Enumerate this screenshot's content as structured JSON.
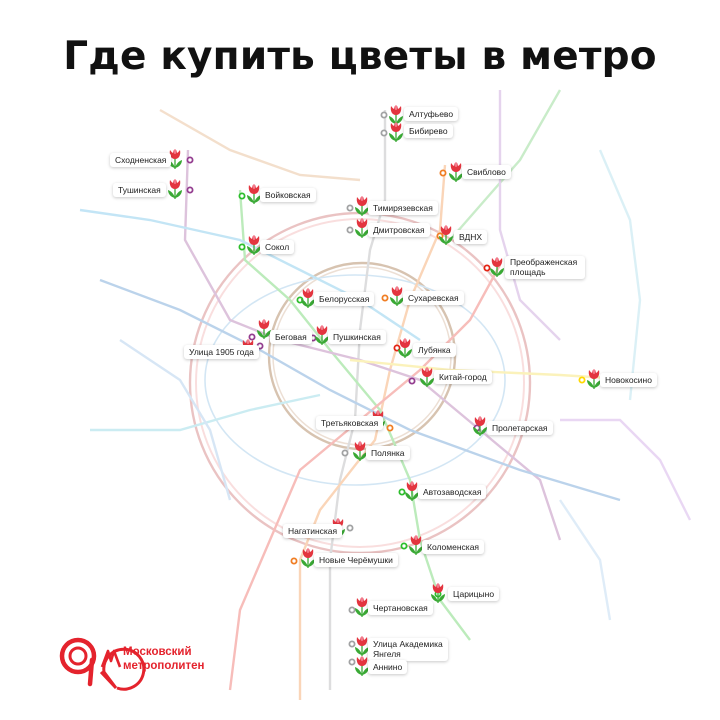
{
  "title": "Где купить цветы в метро",
  "brand": {
    "line1": "Московский",
    "line2": "метрополитен",
    "color": "#e4232d"
  },
  "icons": {
    "station_marker": "tulip-icon",
    "logo": "moscow-metro-logo-icon"
  },
  "stations": [
    {
      "name": "Алтуфьево",
      "line_color": "#a1a2a3"
    },
    {
      "name": "Бибирево",
      "line_color": "#a1a2a3"
    },
    {
      "name": "Свиблово",
      "line_color": "#f07e24"
    },
    {
      "name": "Сходненская",
      "line_color": "#943e90"
    },
    {
      "name": "Тушинская",
      "line_color": "#943e90"
    },
    {
      "name": "Войковская",
      "line_color": "#2dbe2c"
    },
    {
      "name": "Тимирязевская",
      "line_color": "#a1a2a3"
    },
    {
      "name": "Дмитровская",
      "line_color": "#a1a2a3"
    },
    {
      "name": "ВДНХ",
      "line_color": "#f07e24"
    },
    {
      "name": "Сокол",
      "line_color": "#2dbe2c"
    },
    {
      "name": "Преображенская площадь",
      "line1": "Преображенская",
      "line2": "площадь",
      "line_color": "#e42313"
    },
    {
      "name": "Белорусская",
      "line_color": "#2dbe2c"
    },
    {
      "name": "Сухаревская",
      "line_color": "#f07e24"
    },
    {
      "name": "Беговая",
      "line_color": "#943e90"
    },
    {
      "name": "Улица 1905 года",
      "line_color": "#943e90"
    },
    {
      "name": "Пушкинская",
      "line_color": "#943e90"
    },
    {
      "name": "Лубянка",
      "line_color": "#e42313"
    },
    {
      "name": "Китай-город",
      "line_color": "#943e90"
    },
    {
      "name": "Новокосино",
      "line_color": "#ffd803"
    },
    {
      "name": "Третьяковская",
      "line_color": "#f07e24"
    },
    {
      "name": "Пролетарская",
      "line_color": "#943e90"
    },
    {
      "name": "Полянка",
      "line_color": "#a1a2a3"
    },
    {
      "name": "Автозаводская",
      "line_color": "#2dbe2c"
    },
    {
      "name": "Нагатинская",
      "line_color": "#a1a2a3"
    },
    {
      "name": "Коломенская",
      "line_color": "#2dbe2c"
    },
    {
      "name": "Новые Черёмушки",
      "line_color": "#f07e24"
    },
    {
      "name": "Царицыно",
      "line_color": "#2dbe2c"
    },
    {
      "name": "Чертановская",
      "line_color": "#a1a2a3"
    },
    {
      "name": "Улица Академика Янгеля",
      "line1": "Улица Академика",
      "line2": "Янгеля",
      "line_color": "#a1a2a3"
    },
    {
      "name": "Аннино",
      "line_color": "#a1a2a3"
    }
  ]
}
